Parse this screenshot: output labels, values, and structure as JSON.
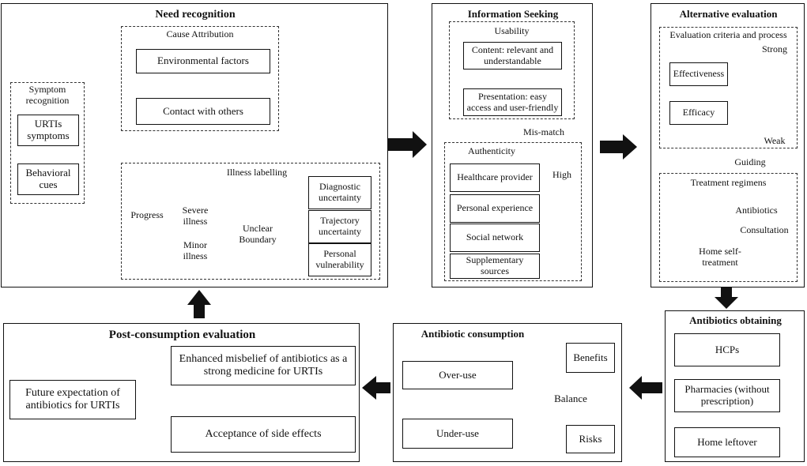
{
  "need_recognition": {
    "title": "Need recognition",
    "symptom": {
      "title": "Symptom recognition",
      "urtis": "URTIs symptoms",
      "behavioral": "Behavioral cues"
    },
    "cause": {
      "title": "Cause Attribution",
      "environmental": "Environmental factors",
      "contact": "Contact with others"
    },
    "illness": {
      "title": "Illness labelling",
      "severe": "Severe illness",
      "minor": "Minor illness",
      "progress": "Progress",
      "unclear": "Unclear Boundary",
      "diagnostic": "Diagnostic uncertainty",
      "trajectory": "Trajectory uncertainty",
      "personal": "Personal vulnerability"
    }
  },
  "information_seeking": {
    "title": "Information Seeking",
    "usability": {
      "title": "Usability",
      "content": "Content: relevant and understandable",
      "presentation": "Presentation: easy access and user-friendly"
    },
    "mismatch": "Mis-match",
    "authenticity": {
      "title": "Authenticity",
      "high": "High",
      "items": [
        "Healthcare provider",
        "Personal experience",
        "Social network",
        "Supplementary sources"
      ]
    }
  },
  "alternative_evaluation": {
    "title": "Alternative evaluation",
    "criteria": {
      "title": "Evaluation criteria and process",
      "effectiveness": "Effectiveness",
      "efficacy": "Efficacy",
      "strong": "Strong",
      "weak": "Weak"
    },
    "guiding": "Guiding",
    "regimens": {
      "title": "Treatment regimens",
      "antibiotics": "Antibiotics",
      "consultation": "Consultation",
      "home": "Home self-treatment"
    }
  },
  "antibiotics_obtaining": {
    "title": "Antibiotics obtaining",
    "items": [
      "HCPs",
      "Pharmacies (without prescription)",
      "Home leftover"
    ]
  },
  "antibiotic_consumption": {
    "title": "Antibiotic consumption",
    "overuse": "Over-use",
    "underuse": "Under-use",
    "balance": "Balance",
    "benefits": "Benefits",
    "risks": "Risks"
  },
  "post_consumption": {
    "title": "Post-consumption evaluation",
    "misbelief": "Enhanced misbelief of antibiotics as a strong medicine for URTIs",
    "acceptance": "Acceptance of side effects",
    "future": "Future expectation of antibiotics for URTIs"
  }
}
